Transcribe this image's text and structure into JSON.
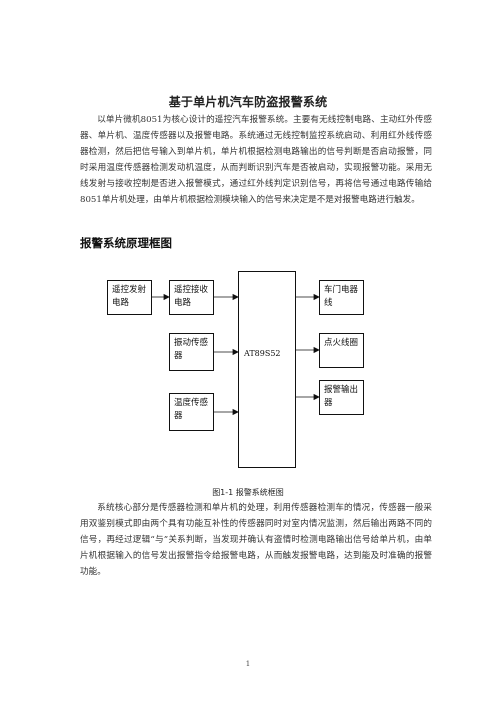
{
  "document": {
    "title": "基于单片机汽车防盗报警系统",
    "intro": "以单片微机8051为核心设计的遥控汽车报警系统。主要有无线控制电路、主动红外传感器、单片机、温度传感器以及报警电路。系统通过无线控制监控系统启动、利用红外线传感器检测，然后把信号输入到单片机，单片机根据检测电路输出的信号判断是否启动报警，同时采用温度传感器检测发动机温度，从而判断识别汽车是否被启动，实现报警功能。采用无线发射与接收控制是否进入报警模式，通过红外线判定识别信号，再将信号通过电路传输给8051单片机处理，由单片机根据检测模块输入的信号来决定是不是对报警电路进行触发。",
    "section_heading": "报警系统原理框图",
    "figure": {
      "blocks": {
        "remote_tx": "遥控发射电路",
        "remote_rx": "遥控接收电路",
        "vibration_sensor": "振动传感器",
        "temp_sensor": "温度传感器",
        "mcu": "AT89S52",
        "door_relay": "车门电器线",
        "ignition_coil": "点火线圈",
        "alarm_out": "报警输出器"
      },
      "caption": "图1-1  报警系统框图"
    },
    "body": "系统核心部分是传感器检测和单片机的处理，利用传感器检测车的情况，传感器一般采用双鉴别模式即由两个具有功能互补性的传感器同时对室内情况监测，然后输出两路不同的信号，再经过逻辑“与”关系判断，当发现并确认有盗情时检测电路输出信号给单片机，由单片机根据输入的信号发出报警指令给报警电路，从而触发报警电路，达到能及时准确的报警功能。",
    "page_number": "1"
  }
}
